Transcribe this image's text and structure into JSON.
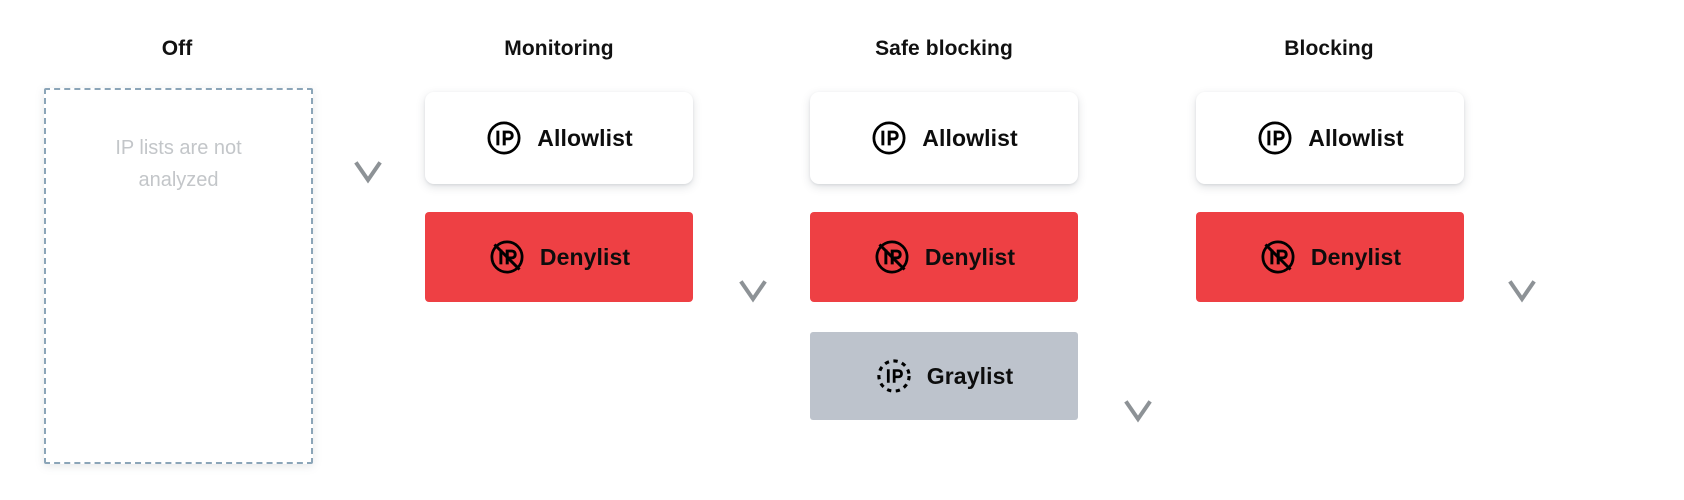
{
  "diagram": {
    "title_row": [
      {
        "label": "Off"
      },
      {
        "label": "Monitoring"
      },
      {
        "label": "Safe blocking"
      },
      {
        "label": "Blocking"
      }
    ],
    "columns": [
      {
        "name": "off",
        "title": "Off",
        "empty_state_text": "IP lists are not analyzed",
        "cards": []
      },
      {
        "name": "monitoring",
        "title": "Monitoring",
        "cards": [
          {
            "label": "Allowlist",
            "kind": "allow",
            "icon": "ip-circle-icon"
          },
          {
            "label": "Denylist",
            "kind": "deny",
            "icon": "ip-circle-slash-icon"
          }
        ]
      },
      {
        "name": "safe-blocking",
        "title": "Safe blocking",
        "cards": [
          {
            "label": "Allowlist",
            "kind": "allow",
            "icon": "ip-circle-icon"
          },
          {
            "label": "Denylist",
            "kind": "deny",
            "icon": "ip-circle-slash-icon"
          },
          {
            "label": "Graylist",
            "kind": "gray",
            "icon": "ip-dashed-circle-icon"
          }
        ]
      },
      {
        "name": "blocking",
        "title": "Blocking",
        "cards": [
          {
            "label": "Allowlist",
            "kind": "allow",
            "icon": "ip-circle-icon"
          },
          {
            "label": "Denylist",
            "kind": "deny",
            "icon": "ip-circle-slash-icon"
          }
        ]
      }
    ],
    "arrows": [
      {
        "name": "arrow-off-to-monitoring"
      },
      {
        "name": "arrow-monitoring-to-safe-blocking"
      },
      {
        "name": "arrow-safe-blocking-to-blocking"
      },
      {
        "name": "arrow-blocking-out"
      }
    ],
    "colors": {
      "allowlist_bg": "#ffffff",
      "denylist_bg": "#ee4044",
      "graylist_bg": "#bdc3cc",
      "empty_box_border": "#8ba5b8",
      "empty_box_text": "#c3c6c9",
      "title_text": "#111111",
      "arrow_top": "#000000",
      "arrow_bottom": "#8d9296"
    }
  }
}
